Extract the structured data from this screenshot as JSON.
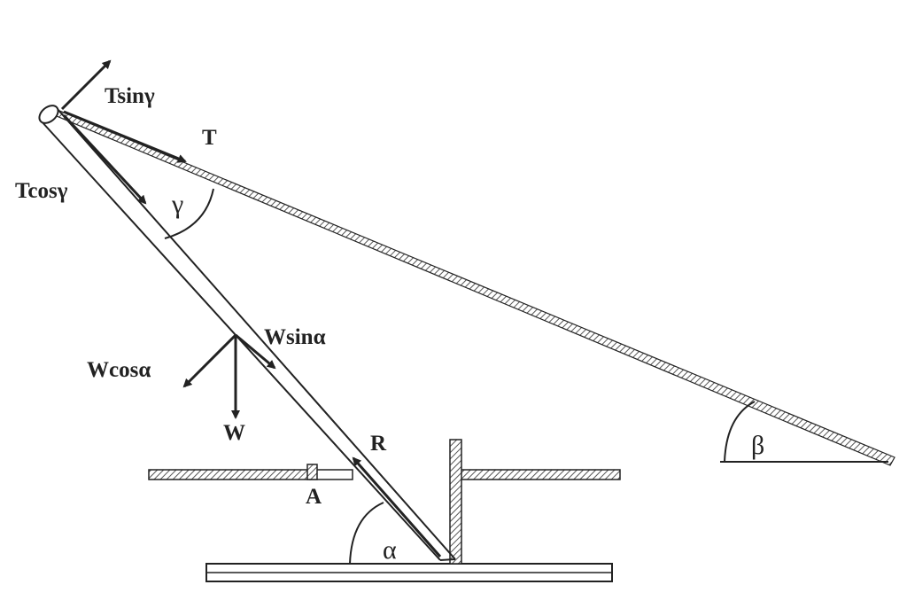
{
  "labels": {
    "t_sin_gamma": "Tsinγ",
    "t": "T",
    "t_cos_gamma": "Tcosγ",
    "gamma": "γ",
    "w_sin_alpha": "Wsinα",
    "w_cos_alpha": "Wcosα",
    "w": "W",
    "r": "R",
    "a": "A",
    "alpha": "α",
    "beta": "β"
  },
  "colors": {
    "ink": "#222222",
    "hatch": "#555555",
    "background": "#ffffff"
  }
}
